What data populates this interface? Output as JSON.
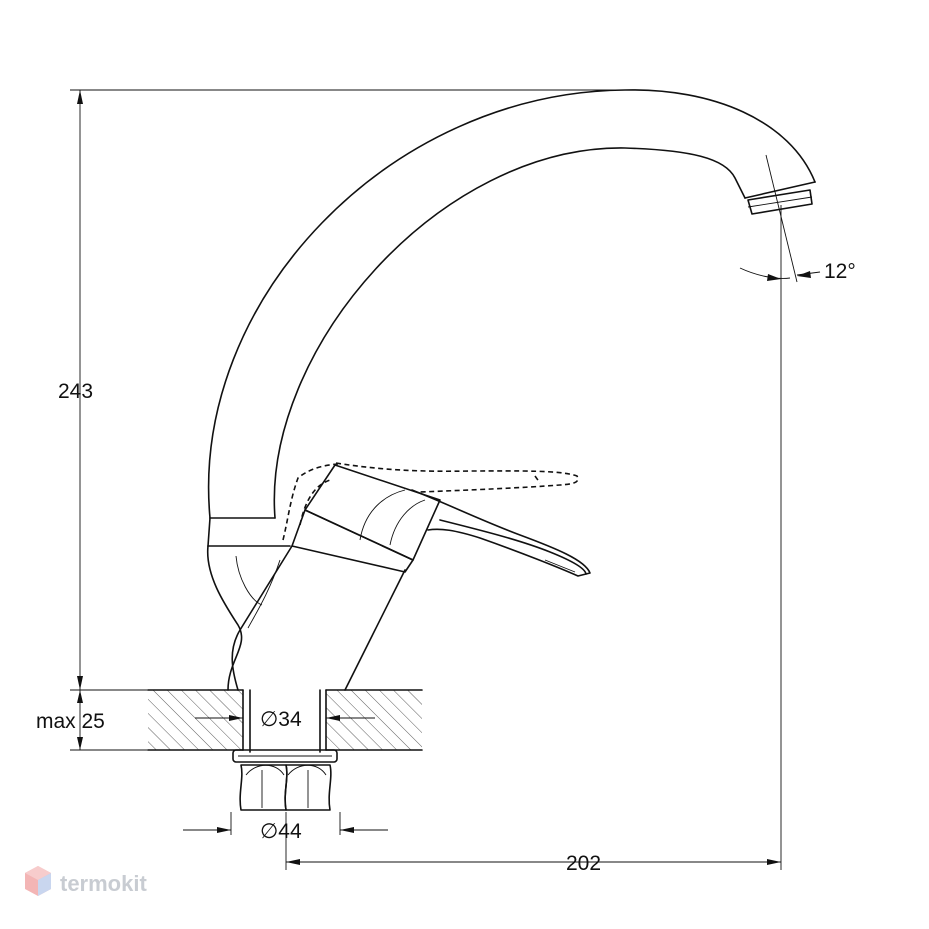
{
  "dimensions": {
    "height": "243",
    "reach": "202",
    "angle": "12°",
    "deck_thickness": "max 25",
    "hole_diameter": "∅34",
    "nut_diameter": "∅44"
  },
  "logo": {
    "text": "termokit"
  }
}
